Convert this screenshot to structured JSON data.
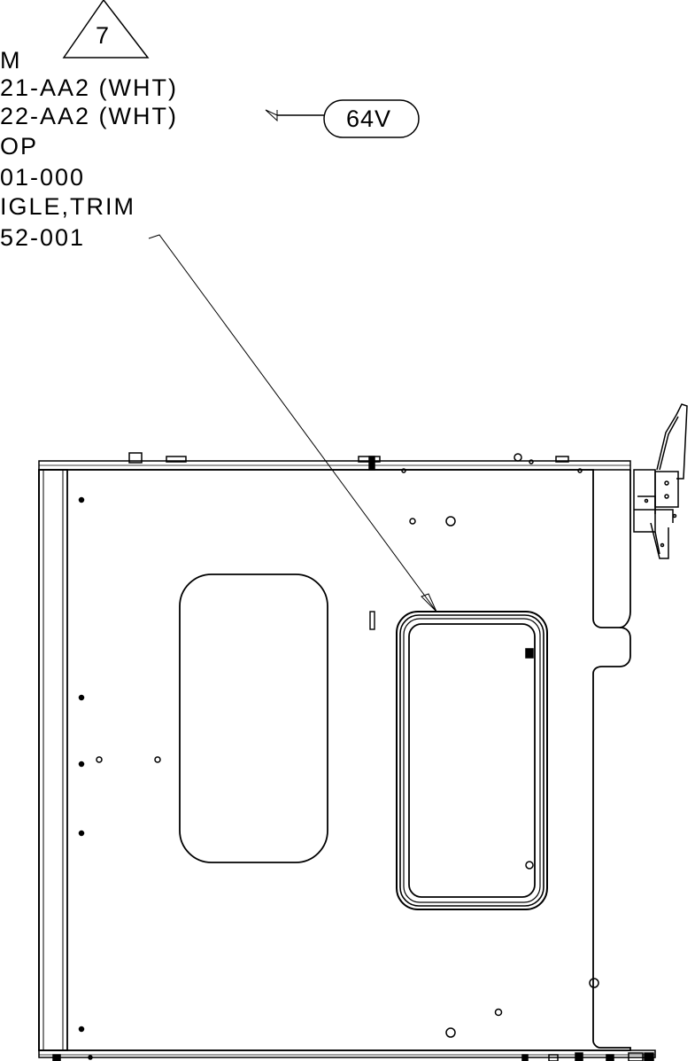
{
  "callouts": {
    "revision_triangle": "7",
    "balloon": "64V",
    "notes": [
      "M",
      "21-AA2 (WHT)",
      "22-AA2 (WHT)",
      "OP",
      "01-000",
      "IGLE,TRIM",
      "52-001"
    ]
  },
  "colors": {
    "line": "#000000",
    "paper": "#ffffff"
  }
}
